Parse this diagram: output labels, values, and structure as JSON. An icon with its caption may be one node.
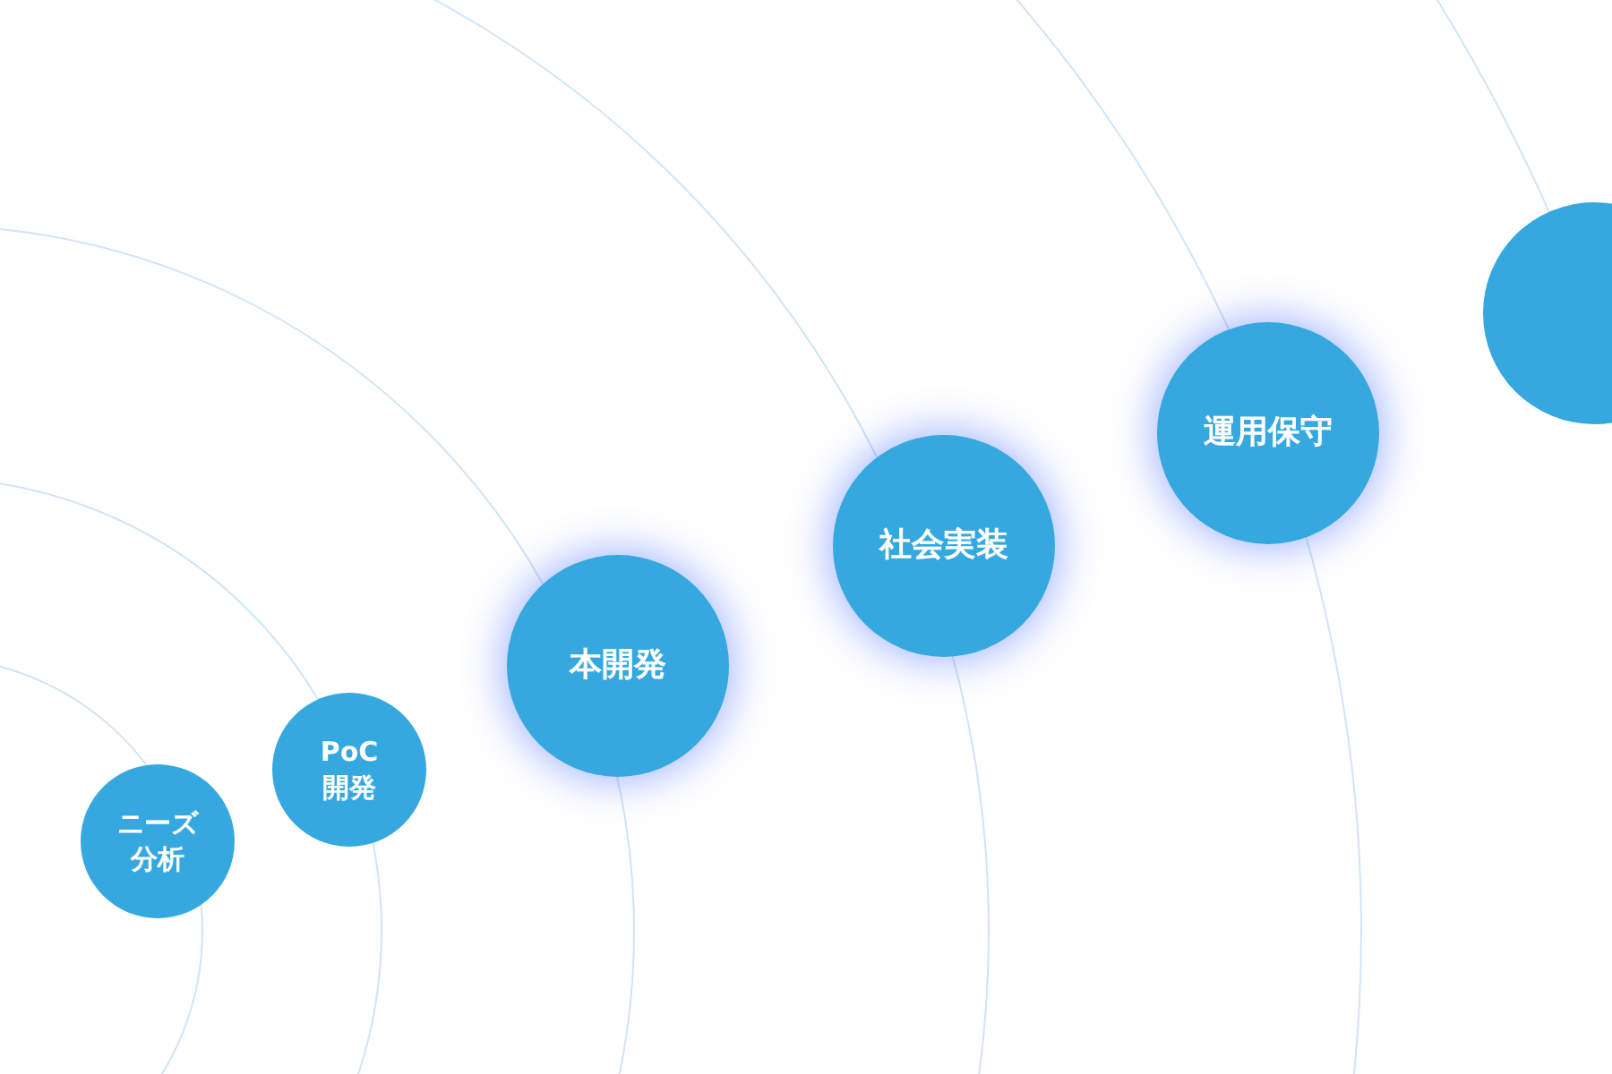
{
  "diagram": {
    "nodes": [
      {
        "text": [
          "ニーズ分析"
        ]
      },
      {
        "text": [
          "PoC開発"
        ]
      },
      {
        "text": [
          "本開発"
        ]
      },
      {
        "text": [
          "社会実装"
        ]
      },
      {
        "text": [
          "運用保守"
        ]
      },
      {
        "text": [],
        "shape": "circle"
      }
    ]
  }
}
